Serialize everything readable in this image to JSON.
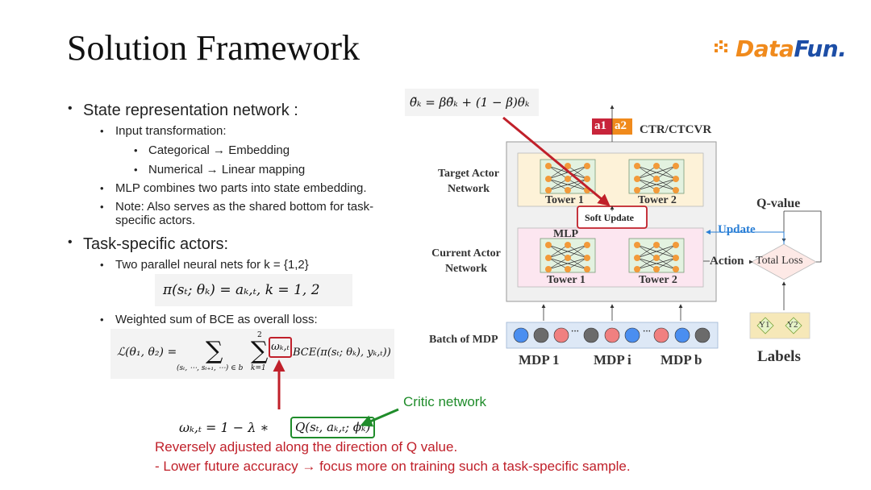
{
  "slide": {
    "title": "Solution Framework"
  },
  "logo": {
    "part1": "Data",
    "part2": "Fun."
  },
  "bullets": {
    "state_rep": "State representation network :",
    "input_transform": "Input transformation:",
    "categorical": "Categorical → Embedding",
    "numerical": "Numerical → Linear mapping",
    "mlp_combines": "MLP combines two parts into state embedding.",
    "note_line1": "Note: Also serves as the shared bottom for task-",
    "note_line2": "specific actors.",
    "task_actors": "Task-specific actors:",
    "two_parallel": "Two parallel neural nets for k = {1,2}",
    "weighted_sum": "Weighted sum of BCE as overall loss:"
  },
  "formulas": {
    "policy": "π(sₜ; θₖ) = aₖ,ₜ,       k = 1, 2",
    "loss_lhs": "ℒ(θ₁, θ₂) =",
    "loss_sum1_under": "(sₜ, ⋯, sₜ₊₁, ⋯) ∈ b",
    "loss_sum2_top": "2",
    "loss_sum2_under": "k=1",
    "loss_weight": "ωₖ,ₜ",
    "loss_rhs": "BCE(π(sₜ; θₖ), yₖ,ₜ))",
    "soft_update": "θ̃ₖ = βθ̃ₖ + (1 − β)θₖ",
    "weight_lhs": "ωₖ,ₜ = 1 − λ ∗",
    "weight_q": "Q(sₜ, aₖ,ₜ; ϕₖ)"
  },
  "annotations": {
    "critic": "Critic network",
    "reversely": "Reversely adjusted along the direction of Q value.",
    "lower_future": "-   Lower future accuracy → focus more on training such a task-specific sample."
  },
  "diagram": {
    "a1": "a1",
    "a2": "a2",
    "ctr": "CTR/CTCVR",
    "target_actor_1": "Target Actor",
    "target_actor_2": "Network",
    "current_actor_1": "Current Actor",
    "current_actor_2": "Network",
    "tower1_top": "Tower 1",
    "tower2_top": "Tower 2",
    "tower1_bot": "Tower 1",
    "tower2_bot": "Tower 2",
    "soft_update": "Soft Update",
    "mlp": "MLP",
    "update": "Update",
    "q_value": "Q-value",
    "action": "Action",
    "total_loss": "Total Loss",
    "y1": "Y1",
    "y2": "Y2",
    "labels": "Labels",
    "batch": "Batch of  MDP",
    "mdp1": "MDP  1",
    "mdpi": "MDP  i",
    "mdpb": "MDP  b",
    "ellipsis1": "···",
    "ellipsis2": "···"
  },
  "colors": {
    "accent_red": "#c0202a",
    "accent_green": "#1f8c2a",
    "update_blue": "#2a7fd6",
    "a1_fill": "#c8243a",
    "a2_fill": "#f08a1c"
  }
}
